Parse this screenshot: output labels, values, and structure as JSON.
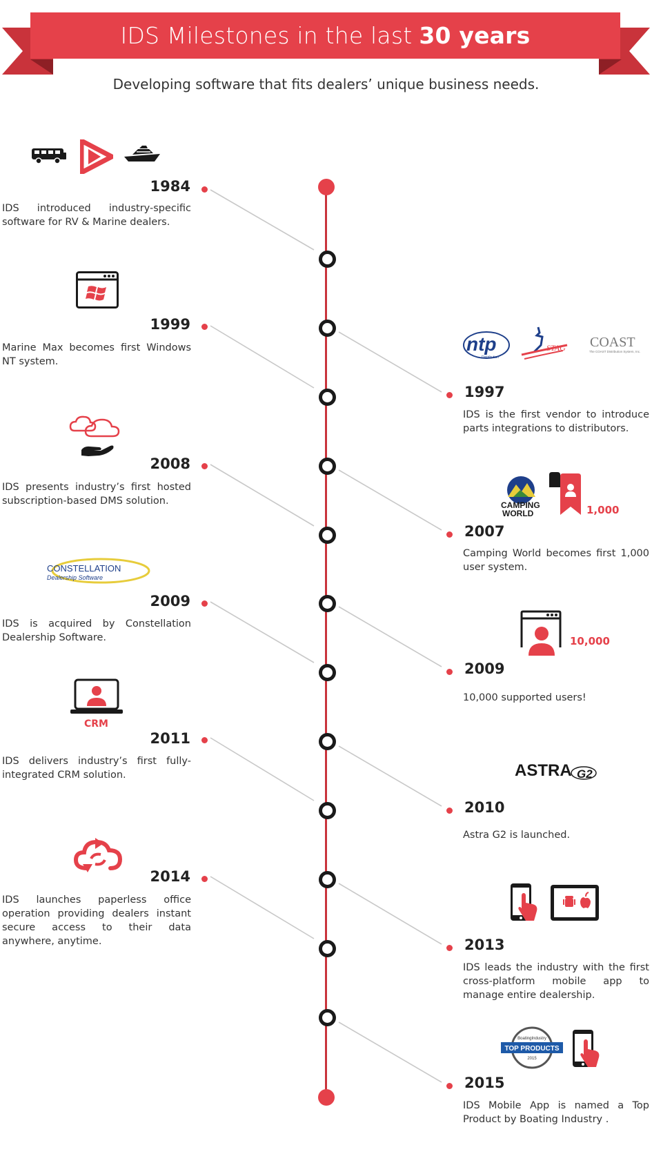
{
  "header": {
    "title_pre": "IDS Milestones in the last",
    "title_bold": "30 years",
    "subtitle": "Developing software that fits dealers’ unique business needs."
  },
  "colors": {
    "accent": "#e5414a",
    "dark": "#1a1a1a",
    "line": "#c9333b"
  },
  "left_entries": [
    {
      "year": "1984",
      "text": "IDS introduced industry-specific software for RV & Marine dealers.",
      "icons": [
        "rv-icon",
        "ids-logo-icon",
        "yacht-icon"
      ]
    },
    {
      "year": "1999",
      "text": "Marine Max becomes first Windows NT system.",
      "icons": [
        "windows-browser-icon"
      ]
    },
    {
      "year": "2008",
      "text": "IDS presents industry’s first hosted subscription-based DMS solution.",
      "icons": [
        "cloud-hand-icon"
      ]
    },
    {
      "year": "2009",
      "text": "IDS is acquired by Constellation Dealership Software.",
      "icons": [
        "constellation-logo"
      ],
      "logo_line1": "CONSTELLATION",
      "logo_line2": "Dealership Software"
    },
    {
      "year": "2011",
      "text": "IDS delivers industry’s first fully-integrated CRM solution.",
      "icons": [
        "laptop-user-icon"
      ],
      "badge": "CRM"
    },
    {
      "year": "2014",
      "text": "IDS launches paperless office operation providing dealers instant secure access to their data anywhere, anytime.",
      "icons": [
        "cloud-sync-icon"
      ]
    }
  ],
  "right_entries": [
    {
      "year": "1997",
      "text": "IDS is the first vendor to introduce parts integrations to distributors.",
      "icons": [
        "ntp-logo",
        "stag-logo",
        "coast-logo"
      ],
      "logo_ntp": "ntp",
      "logo_ntp_sub": "Distribution",
      "logo_coast": "COAST",
      "logo_coast_sub": "The COAST Distribution System, Inc."
    },
    {
      "year": "2007",
      "text": "Camping World becomes first 1,000 user system.",
      "icons": [
        "camping-world-logo",
        "bookmark-user-icon"
      ],
      "count": "1,000",
      "logo_cw1": "CAMPING",
      "logo_cw2": "WORLD"
    },
    {
      "year": "2009",
      "text": "10,000 supported users!",
      "icons": [
        "browser-user-icon"
      ],
      "count": "10,000"
    },
    {
      "year": "2010",
      "text": "Astra G2 is launched.",
      "icons": [
        "astra-g2-logo"
      ],
      "logo_main": "ASTRA",
      "logo_suffix": "G2"
    },
    {
      "year": "2013",
      "text": "IDS leads the industry with the first cross-platform mobile app to manage entire dealership.",
      "icons": [
        "phone-touch-icon",
        "tablet-android-apple-icon"
      ]
    },
    {
      "year": "2015",
      "text": "IDS Mobile App is named a Top Product by Boating Industry .",
      "icons": [
        "top-products-badge",
        "phone-touch-icon"
      ],
      "badge_top": "BoatingIndustry",
      "badge_main": "TOP PRODUCTS",
      "badge_year": "2015"
    }
  ]
}
